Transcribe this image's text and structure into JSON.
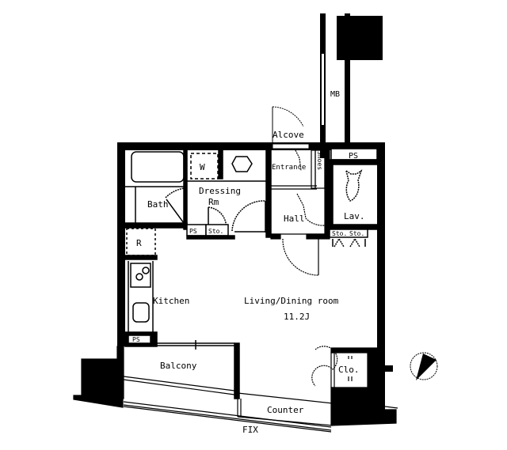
{
  "floor_plan": {
    "colors": {
      "wall": "#000000",
      "background": "#ffffff",
      "line": "#000000"
    },
    "rooms": {
      "alcove": "Alcove",
      "mb": "MB",
      "ps_top": "PS",
      "shoes": "Shoes",
      "entrance": "Entrance",
      "dressing_line1": "Dressing",
      "dressing_line2": "Rm",
      "w": "W",
      "bath": "Bath",
      "hall": "Hall",
      "lav": "Lav.",
      "ps_mid": "PS",
      "sto_mid": "Sto.",
      "sto_right_1": "Sto.",
      "sto_right_2": "Sto.",
      "r": "R",
      "kitchen": "Kitchen",
      "living": "Living/Dining room",
      "living_size": "11.2J",
      "ps_kitchen": "PS",
      "balcony": "Balcony",
      "clo": "Clo.",
      "counter": "Counter",
      "fix": "FIX"
    },
    "icons": {
      "compass": "north-arrow-icon"
    }
  }
}
